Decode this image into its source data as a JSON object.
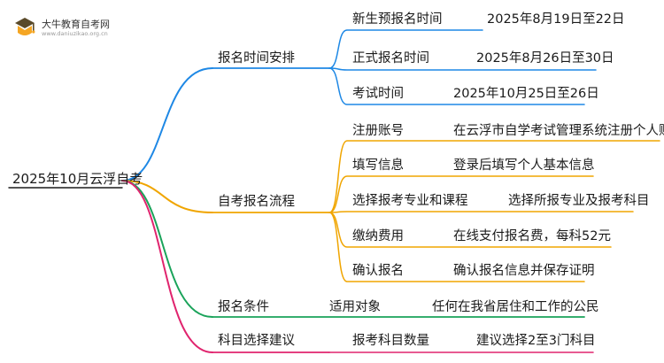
{
  "logo": {
    "title": "大牛教育自考网",
    "url": "www.daniuzikao.org.cn",
    "colors": {
      "badge_orange": "#f5a623",
      "badge_dark": "#5a4a2a"
    }
  },
  "root": {
    "label": "2025年10月云浮自考"
  },
  "branches": [
    {
      "label": "报名时间安排",
      "color": "#1e88e5",
      "items": [
        {
          "key": "新生预报名时间",
          "value": "2025年8月19日至22日"
        },
        {
          "key": "正式报名时间",
          "value": "2025年8月26日至30日"
        },
        {
          "key": "考试时间",
          "value": "2025年10月25日至26日"
        }
      ]
    },
    {
      "label": "自考报名流程",
      "color": "#f0a500",
      "items": [
        {
          "key": "注册账号",
          "value": "在云浮市自学考试管理系统注册个人账号"
        },
        {
          "key": "填写信息",
          "value": "登录后填写个人基本信息"
        },
        {
          "key": "选择报考专业和课程",
          "value": "选择所报专业及报考科目"
        },
        {
          "key": "缴纳费用",
          "value": "在线支付报名费，每科52元"
        },
        {
          "key": "确认报名",
          "value": "确认报名信息并保存证明"
        }
      ]
    },
    {
      "label": "报名条件",
      "color": "#1aa35a",
      "items": [
        {
          "key": "适用对象",
          "value": "任何在我省居住和工作的公民"
        }
      ]
    },
    {
      "label": "科目选择建议",
      "color": "#e0246e",
      "items": [
        {
          "key": "报考科目数量",
          "value": "建议选择2至3门科目"
        }
      ]
    }
  ]
}
